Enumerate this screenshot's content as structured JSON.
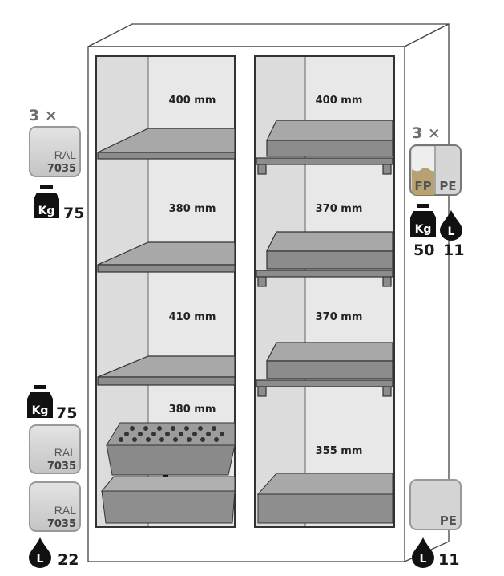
{
  "left_door": {
    "shelf_heights": [
      "400 mm",
      "380 mm",
      "410 mm",
      "380 mm"
    ]
  },
  "right_door": {
    "shelf_heights": [
      "400 mm",
      "370 mm",
      "370 mm",
      "355 mm"
    ]
  },
  "left_legend": {
    "shelf_count": "3 ×",
    "shelf_color_label": "RAL",
    "shelf_color_code": "7035",
    "shelf_weight_icon": "Kg",
    "shelf_load": "75",
    "bottom_weight_icon": "Kg",
    "bottom_load": "75",
    "tray1_label": "RAL",
    "tray1_code": "7035",
    "tray2_label": "RAL",
    "tray2_code": "7035",
    "bottom_volume_icon": "L",
    "bottom_volume": "22"
  },
  "right_legend": {
    "shelf_count": "3 ×",
    "material_1": "FP",
    "material_2": "PE",
    "weight_icon": "Kg",
    "volume_icon": "L",
    "shelf_load": "50",
    "shelf_volume": "11",
    "bottom_material": "PE",
    "bottom_volume_icon": "L",
    "bottom_volume": "11"
  },
  "colors": {
    "shelf": "#8c8c8c",
    "panel": "#e6e6e6",
    "fp": "#b8a273",
    "pe": "#d2d2d2"
  }
}
